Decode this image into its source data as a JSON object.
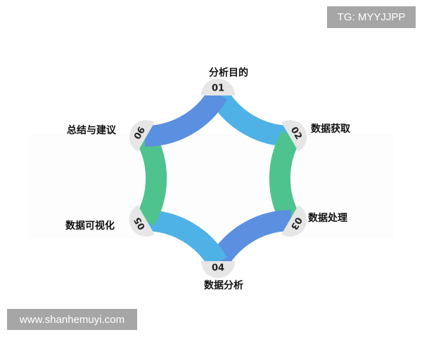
{
  "watermarks": {
    "top": "TG: MYYJJPP",
    "bottom": "www.shanhemuyi.com"
  },
  "colors": {
    "dark_blue": "#5b8fe0",
    "light_blue": "#4fb2e6",
    "green": "#4ec38e",
    "tab": "#e6e6e6"
  },
  "steps": [
    {
      "number": "01",
      "label": "分析目的"
    },
    {
      "number": "02",
      "label": "数据获取"
    },
    {
      "number": "03",
      "label": "数据处理"
    },
    {
      "number": "04",
      "label": "数据分析"
    },
    {
      "number": "05",
      "label": "数据可视化"
    },
    {
      "number": "06",
      "label": "总结与建议"
    }
  ]
}
